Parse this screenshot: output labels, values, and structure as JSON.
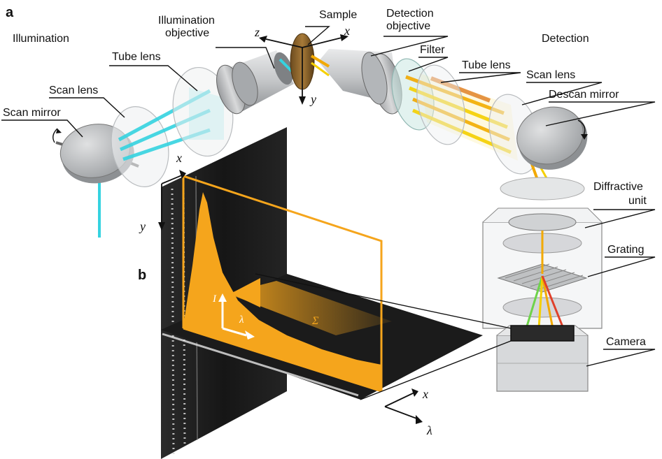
{
  "panels": {
    "a": "a",
    "b": "b"
  },
  "labels": {
    "illumination": "Illumination",
    "detection": "Detection",
    "illumination_objective_l1": "Illumination",
    "illumination_objective_l2": "objective",
    "sample": "Sample",
    "detection_objective_l1": "Detection",
    "detection_objective_l2": "objective",
    "tube_lens_left": "Tube lens",
    "tube_lens_right": "Tube lens",
    "scan_lens_left": "Scan lens",
    "scan_lens_right": "Scan lens",
    "scan_mirror": "Scan mirror",
    "filter": "Filter",
    "descan_mirror": "Descan mirror",
    "diffractive_unit_l1": "Diffractive",
    "diffractive_unit_l2": "unit",
    "grating": "Grating",
    "camera": "Camera"
  },
  "axes": {
    "sample_z": "z",
    "sample_x": "x",
    "sample_y": "y",
    "image_x": "x",
    "image_y": "y",
    "spectrum_I": "I",
    "spectrum_lambda": "λ",
    "sum_symbol": "Σ",
    "camera_x": "x",
    "camera_lambda": "λ"
  },
  "colors": {
    "illumination_beam": "#35d3e0",
    "detection_beam": "#f2a900",
    "spectrum_fill": "#f5a51c",
    "lens_gray": "#b9bcbf",
    "dark_image": "#1c1c1c"
  }
}
